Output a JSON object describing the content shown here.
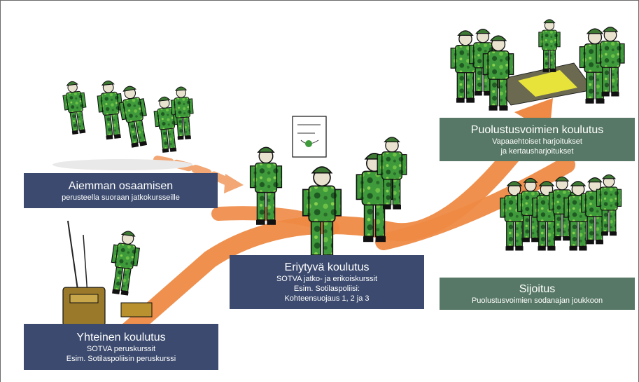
{
  "stages": {
    "previous_skills": {
      "title": "Aiemman osaamisen",
      "subtitle": "perusteella suoraan jatkokursseille"
    },
    "common_training": {
      "title": "Yhteinen koulutus",
      "line1": "SOTVA peruskurssit",
      "line2": "Esim. Sotilaspoliisin peruskurssi"
    },
    "specialized_training": {
      "title": "Eriytyvä koulutus",
      "line1": "SOTVA jatko- ja erikoiskurssit",
      "line2": "Esim. Sotilaspoliisi:",
      "line3": "Kohteensuojaus 1, 2 ja 3"
    },
    "defence_forces_training": {
      "title": "Puolustusvoimien koulutus",
      "line1": "Vapaaehtoiset harjoitukset",
      "line2": "ja kertausharjoitukset"
    },
    "placement": {
      "title": "Sijoitus",
      "subtitle": "Puolustusvoimien sodanajan joukkoon"
    }
  },
  "colors": {
    "navy_box": "#3b4a6e",
    "green_box": "#577866",
    "path_orange": "#ee8a45",
    "uniform_green": "#3e9a3a",
    "uniform_dark": "#1f5a23"
  },
  "illustrations": [
    "running-soldiers-illustration",
    "radio-operator-illustration",
    "briefing-soldiers-illustration",
    "map-exercise-illustration",
    "lined-up-soldiers-illustration"
  ]
}
